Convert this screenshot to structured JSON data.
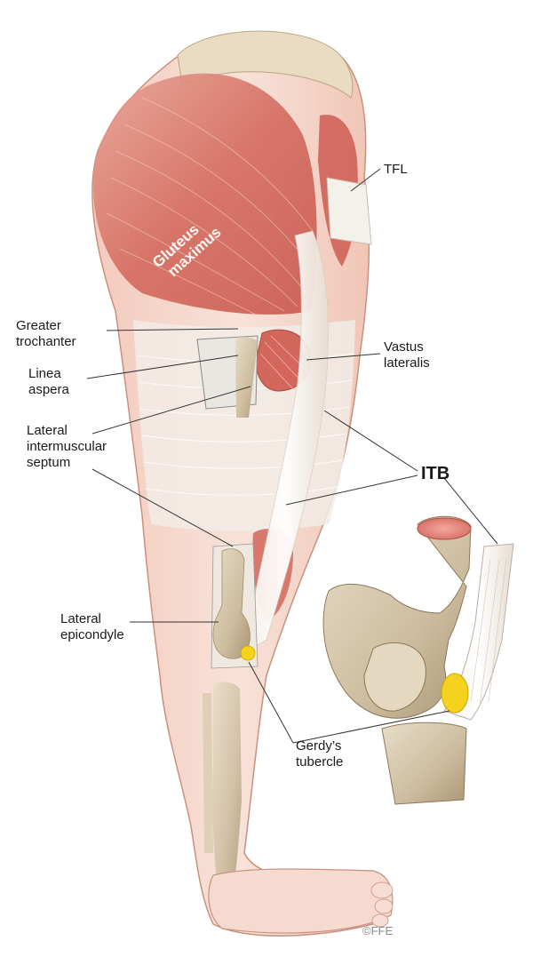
{
  "labels": {
    "tfl": "TFL",
    "gluteus": [
      "Gluteus",
      "maximus"
    ],
    "greater_trochanter": [
      "Greater",
      "trochanter"
    ],
    "linea_aspera": [
      "Linea",
      "aspera"
    ],
    "vastus_lateralis": [
      "Vastus",
      "lateralis"
    ],
    "lateral_intermuscular_septum": [
      "Lateral",
      "intermuscular",
      "septum"
    ],
    "itb": "ITB",
    "lateral_epicondyle": [
      "Lateral",
      "epicondyle"
    ],
    "gerdys_tubercle": [
      "Gerdy’s",
      "tubercle"
    ]
  },
  "watermark": "©FFE",
  "colors": {
    "muscle": "#d4675c",
    "muscle_light": "#e8a195",
    "skin": "#f6d9cf",
    "fascia": "#f2ece6",
    "bone": "#d9cbb4",
    "tubercle": "#f4d21e",
    "leader": "#333333"
  }
}
